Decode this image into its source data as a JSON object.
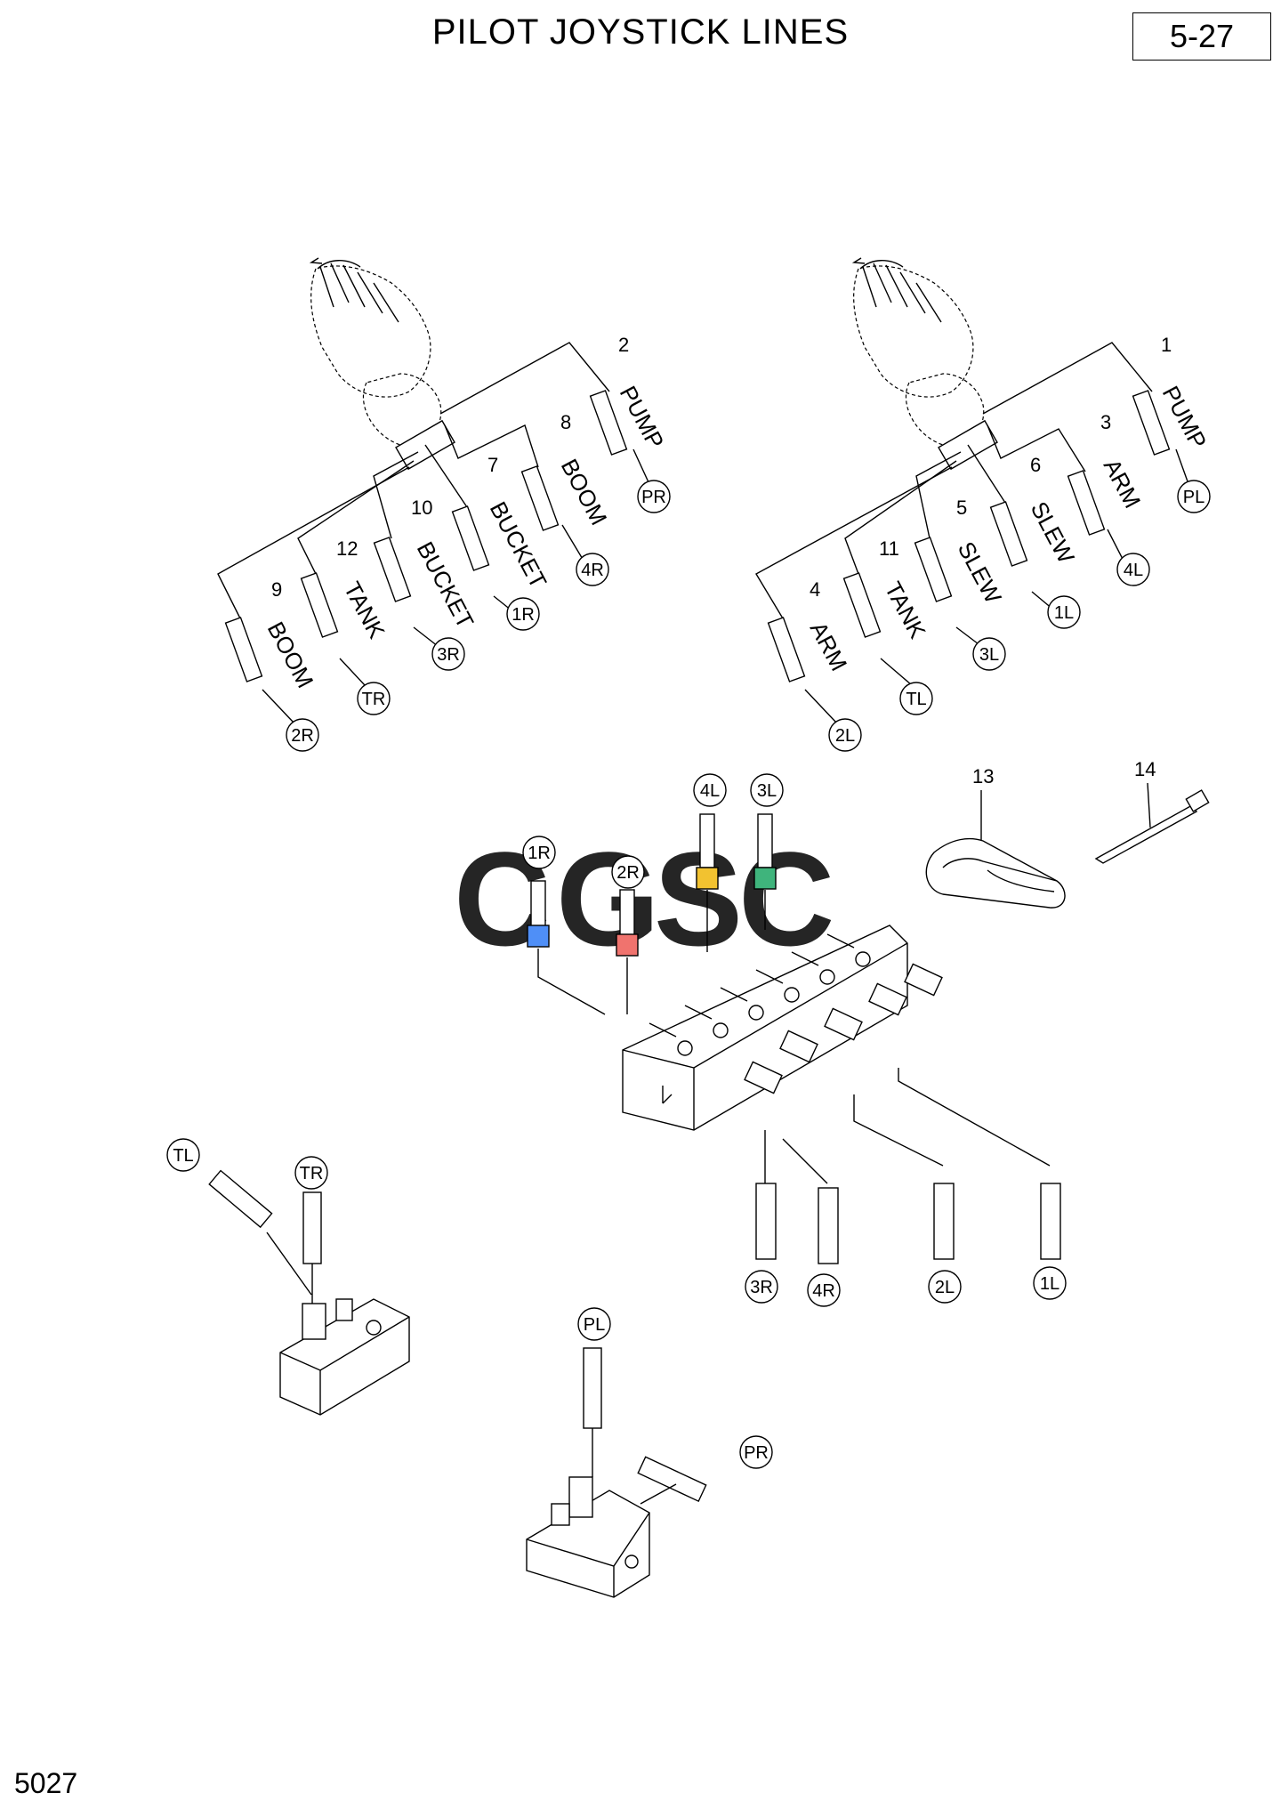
{
  "header": {
    "title": "PILOT JOYSTICK LINES",
    "page_number": "5-27"
  },
  "footer": {
    "code": "5027"
  },
  "watermark": {
    "letters": [
      "C",
      "G",
      "S",
      "C"
    ],
    "colors": [
      "#4f8ff7",
      "#f0736e",
      "#f7d23a",
      "#3fb47c"
    ]
  },
  "left_joystick": {
    "callouts": [
      "2",
      "8",
      "7",
      "10",
      "12",
      "9"
    ],
    "labels": [
      "PUMP",
      "BOOM",
      "BUCKET",
      "BUCKET",
      "TANK",
      "BOOM"
    ],
    "ports": [
      "PR",
      "4R",
      "1R",
      "3R",
      "TR",
      "2R"
    ]
  },
  "right_joystick": {
    "callouts": [
      "1",
      "3",
      "6",
      "5",
      "11",
      "4"
    ],
    "labels": [
      "PUMP",
      "ARM",
      "SLEW",
      "SLEW",
      "TANK",
      "ARM"
    ],
    "ports": [
      "PL",
      "4L",
      "1L",
      "3L",
      "TL",
      "2L"
    ]
  },
  "accessories": {
    "callouts": [
      "13",
      "14"
    ]
  },
  "control_valve": {
    "top_ports": [
      "4L",
      "3L",
      "1R",
      "2R"
    ],
    "top_fitting_colors": [
      "#f2c230",
      "#3fb47c",
      "#4f8ff7",
      "#f0736e"
    ],
    "bottom_ports": [
      "3R",
      "4R",
      "2L",
      "1L"
    ]
  },
  "tank_block": {
    "ports": [
      "TL",
      "TR"
    ]
  },
  "pump_block": {
    "ports": [
      "PL",
      "PR"
    ]
  }
}
